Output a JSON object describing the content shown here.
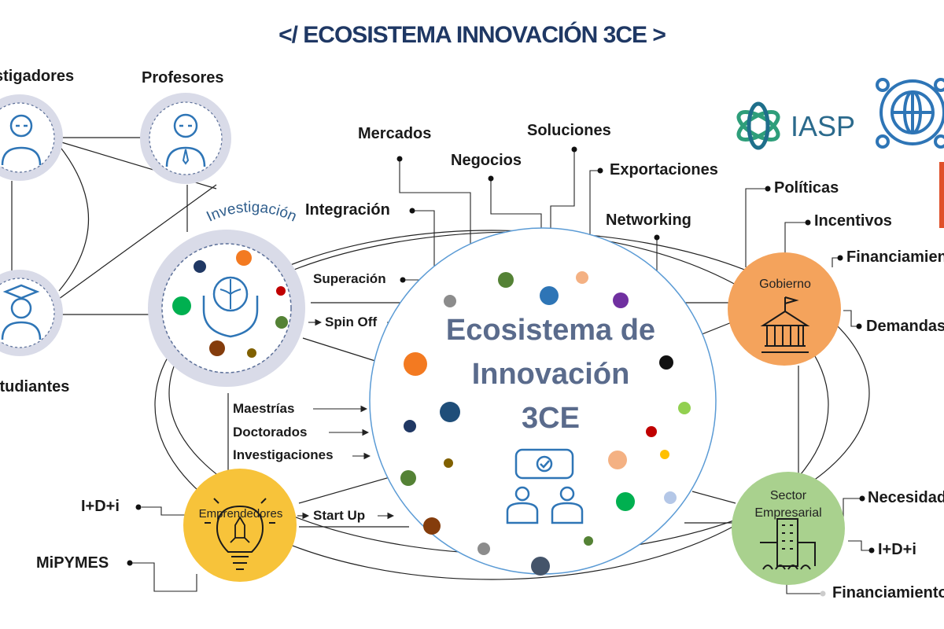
{
  "title": "</ ECOSISTEMA INNOVACIÓN 3CE >",
  "center": {
    "line1": "Ecosistema de",
    "line2": "Innovación",
    "line3": "3CE"
  },
  "people": {
    "investigadores": "Investigadores",
    "profesores": "Profesores",
    "estudiantes": "Estudiantes"
  },
  "nodes": {
    "investigacion": "Investigación",
    "gobierno": "Gobierno",
    "sector_line1": "Sector",
    "sector_line2": "Empresarial",
    "emprendedores": "Emprendedores"
  },
  "top_labels": {
    "mercados": "Mercados",
    "soluciones": "Soluciones",
    "negocios": "Negocios",
    "exportaciones": "Exportaciones",
    "integracion": "Integración",
    "networking": "Networking"
  },
  "investigacion_outputs": {
    "superacion": "Superación",
    "spin_off": "Spin Off",
    "maestrias": "Maestrías",
    "doctorados": "Doctorados",
    "investigaciones": "Investigaciones"
  },
  "gobierno_outputs": {
    "politicas": "Políticas",
    "incentivos": "Incentivos",
    "financiamiento": "Financiamiento",
    "demandas": "Demandas"
  },
  "sector_outputs": {
    "necesidades": "Necesidades",
    "idi": "I+D+i",
    "financiamiento": "Financiamiento"
  },
  "emprendedores_io": {
    "idi": "I+D+i",
    "mipymes": "MiPYMES",
    "start_up": "Start Up"
  },
  "logos": {
    "iasp": "IASP"
  },
  "colors": {
    "title": "#1f3864",
    "center_text": "#5a6b8c",
    "gobierno": "#f4a35c",
    "sector": "#a9d18e",
    "emprendedores": "#f7c33a",
    "people_ring": "#d9dbe8",
    "icon_blue": "#2e75b6"
  }
}
